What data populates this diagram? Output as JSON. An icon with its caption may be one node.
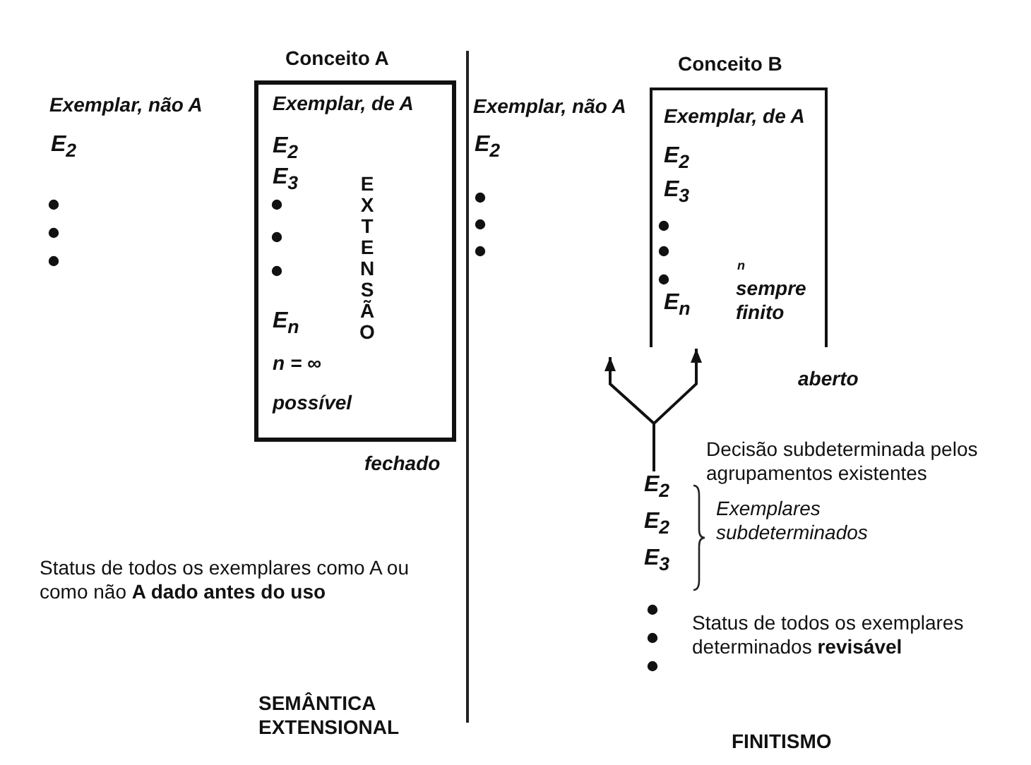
{
  "diagram": {
    "nodes": [
      {
        "text": [
          "Conceito A",
          "Exemplar, de A",
          "E$_{2}$",
          "E$_{3}$",
          "E$_{n}$",
          "n = ∞ possível",
          "EXTENSÃO"
        ],
        "beside": [
          "fechado"
        ]
      },
      {
        "text": [
          "Conceito B",
          "Exemplar, de A",
          "E$_{2}$",
          "E$_{3}$",
          "E$_{n}$",
          "n",
          "sempre finito"
        ],
        "beside": [
          "aberto"
        ]
      },
      {
        "text": [
          "E$_{2}$",
          "E$_{2}$",
          "E$_{3}$"
        ]
      }
    ],
    "edges": [
      {
        "from": 2,
        "to": null,
        "arrow": "to"
      },
      {
        "from": 2,
        "to": 1,
        "arrow": "to"
      }
    ],
    "labels": [
      "Exemplar, não A",
      "E$_{2}$",
      "Exemplar, não A",
      "E$_{2}$",
      "Status de todos os exemplares como A ou como não **A dado antes do uso**",
      "SEMÂNTICA EXTENSIONAL",
      "Decisão subdeterminada pelos agrupamentos existentes",
      "Exemplares subdeterminados",
      "Status de todos os exemplares determinados **revisável**",
      "FINITISMO"
    ]
  }
}
